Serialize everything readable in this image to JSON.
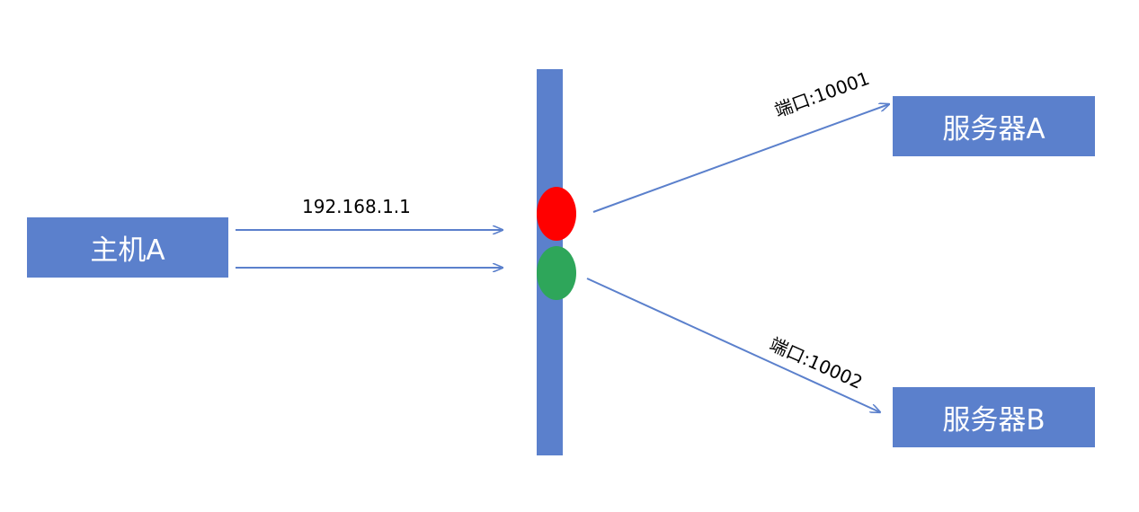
{
  "nodes": {
    "host": {
      "label": "主机A"
    },
    "server_a": {
      "label": "服务器A"
    },
    "server_b": {
      "label": "服务器B"
    }
  },
  "labels": {
    "ip": "192.168.1.1",
    "port_a": "端口:10001",
    "port_b": "端口:10002"
  },
  "colors": {
    "node_fill": "#5b80cc",
    "arrow": "#5b80cc",
    "red_port": "#ff0000",
    "green_port": "#2ea65a",
    "text_light": "#ffffff",
    "text_dark": "#000000"
  }
}
